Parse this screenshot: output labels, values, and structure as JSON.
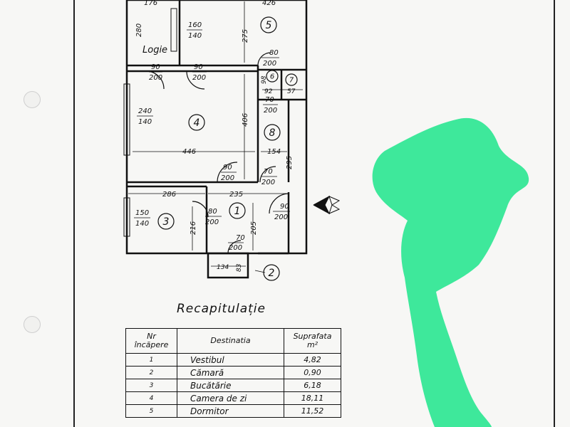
{
  "plan": {
    "rooms": [
      {
        "id": "5",
        "marker": "5"
      },
      {
        "id": "4",
        "marker": "4"
      },
      {
        "id": "6",
        "marker": "6"
      },
      {
        "id": "7",
        "marker": "7"
      },
      {
        "id": "8",
        "marker": "8"
      },
      {
        "id": "3",
        "marker": "3"
      },
      {
        "id": "1",
        "marker": "1"
      },
      {
        "id": "2",
        "marker": "2"
      }
    ],
    "loggia_label": "Logie",
    "window_dims": [
      {
        "w": "160",
        "h": "140"
      },
      {
        "w": "240",
        "h": "140"
      },
      {
        "w": "150",
        "h": "140"
      }
    ],
    "door_dims": [
      {
        "w": "90",
        "h": "200"
      },
      {
        "w": "90",
        "h": "200"
      },
      {
        "w": "80",
        "h": "200"
      },
      {
        "w": "70",
        "h": "200"
      },
      {
        "w": "90",
        "h": "200"
      },
      {
        "w": "70",
        "h": "200"
      },
      {
        "w": "80",
        "h": "200"
      },
      {
        "w": "90",
        "h": "200"
      },
      {
        "w": "70",
        "h": "200"
      }
    ],
    "dimensions": [
      "176",
      "426",
      "280",
      "275",
      "406",
      "446",
      "154",
      "295",
      "98",
      "92",
      "57",
      "286",
      "235",
      "216",
      "205",
      "134",
      "83"
    ]
  },
  "recap": {
    "heading": "Recapitulație",
    "headers": {
      "nr": "Nr încăpere",
      "destination": "Destinatia",
      "area": "Suprafata m²"
    },
    "rows": [
      {
        "nr": "1",
        "destination": "Vestibul",
        "area": "4,82"
      },
      {
        "nr": "2",
        "destination": "Cămară",
        "area": "0,90"
      },
      {
        "nr": "3",
        "destination": "Bucătărie",
        "area": "6,18"
      },
      {
        "nr": "4",
        "destination": "Camera de zi",
        "area": "18,11"
      },
      {
        "nr": "5",
        "destination": "Dormitor",
        "area": "11,52"
      }
    ]
  },
  "colors": {
    "ink": "#111111",
    "paper": "#f7f7f5",
    "highlight": "#3ee89b"
  }
}
